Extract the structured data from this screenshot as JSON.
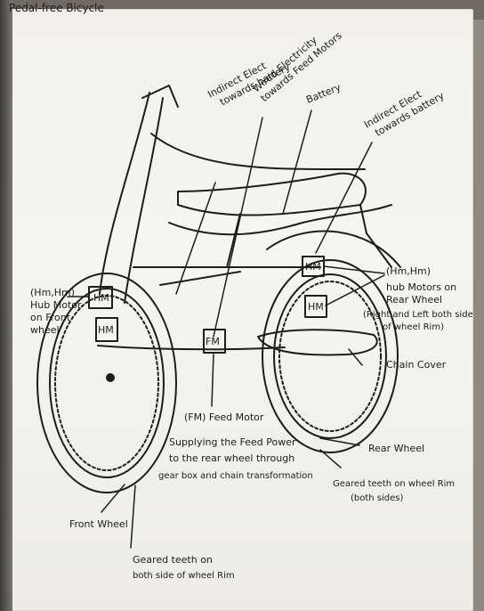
{
  "top_text": "Pedal-free Bicycle",
  "labels": {
    "indirect_wire_a": "Indirect Elect",
    "indirect_wire_b": "towards battery",
    "wired_a": "Wired Electricity",
    "wired_b": "towards Feed Motors",
    "battery": "Battery",
    "indirect_front_a": "Indirect Elect",
    "indirect_front_b": "towards battery",
    "hm_front_a": "(Hm,Hm)",
    "hm_front_b": "Hub Motor",
    "hm_front_c": "on Front",
    "hm_front_d": "wheel",
    "hm_rear_a": "(Hm,Hm)",
    "hm_rear_b": "hub Motors on",
    "hm_rear_c": "Rear Wheel",
    "hm_rear_d": "(Right and Left both side",
    "hm_rear_e": "of wheel Rim)",
    "chain_cover": "Chain Cover",
    "feed_motor": "(FM) Feed Motor",
    "feed_desc_a": "Supplying the Feed Power",
    "feed_desc_b": "to the rear wheel through",
    "feed_desc_c": "gear box and chain transformation",
    "rear_wheel": "Rear Wheel",
    "geared_rear_a": "Geared teeth on wheel Rim",
    "geared_rear_b": "(both sides)",
    "front_wheel": "Front Wheel",
    "geared_front_a": "Geared teeth on",
    "geared_front_b": "both side of wheel Rim",
    "box_fm": "FM",
    "box_hm": "HM",
    "box_hm2": "HM"
  }
}
